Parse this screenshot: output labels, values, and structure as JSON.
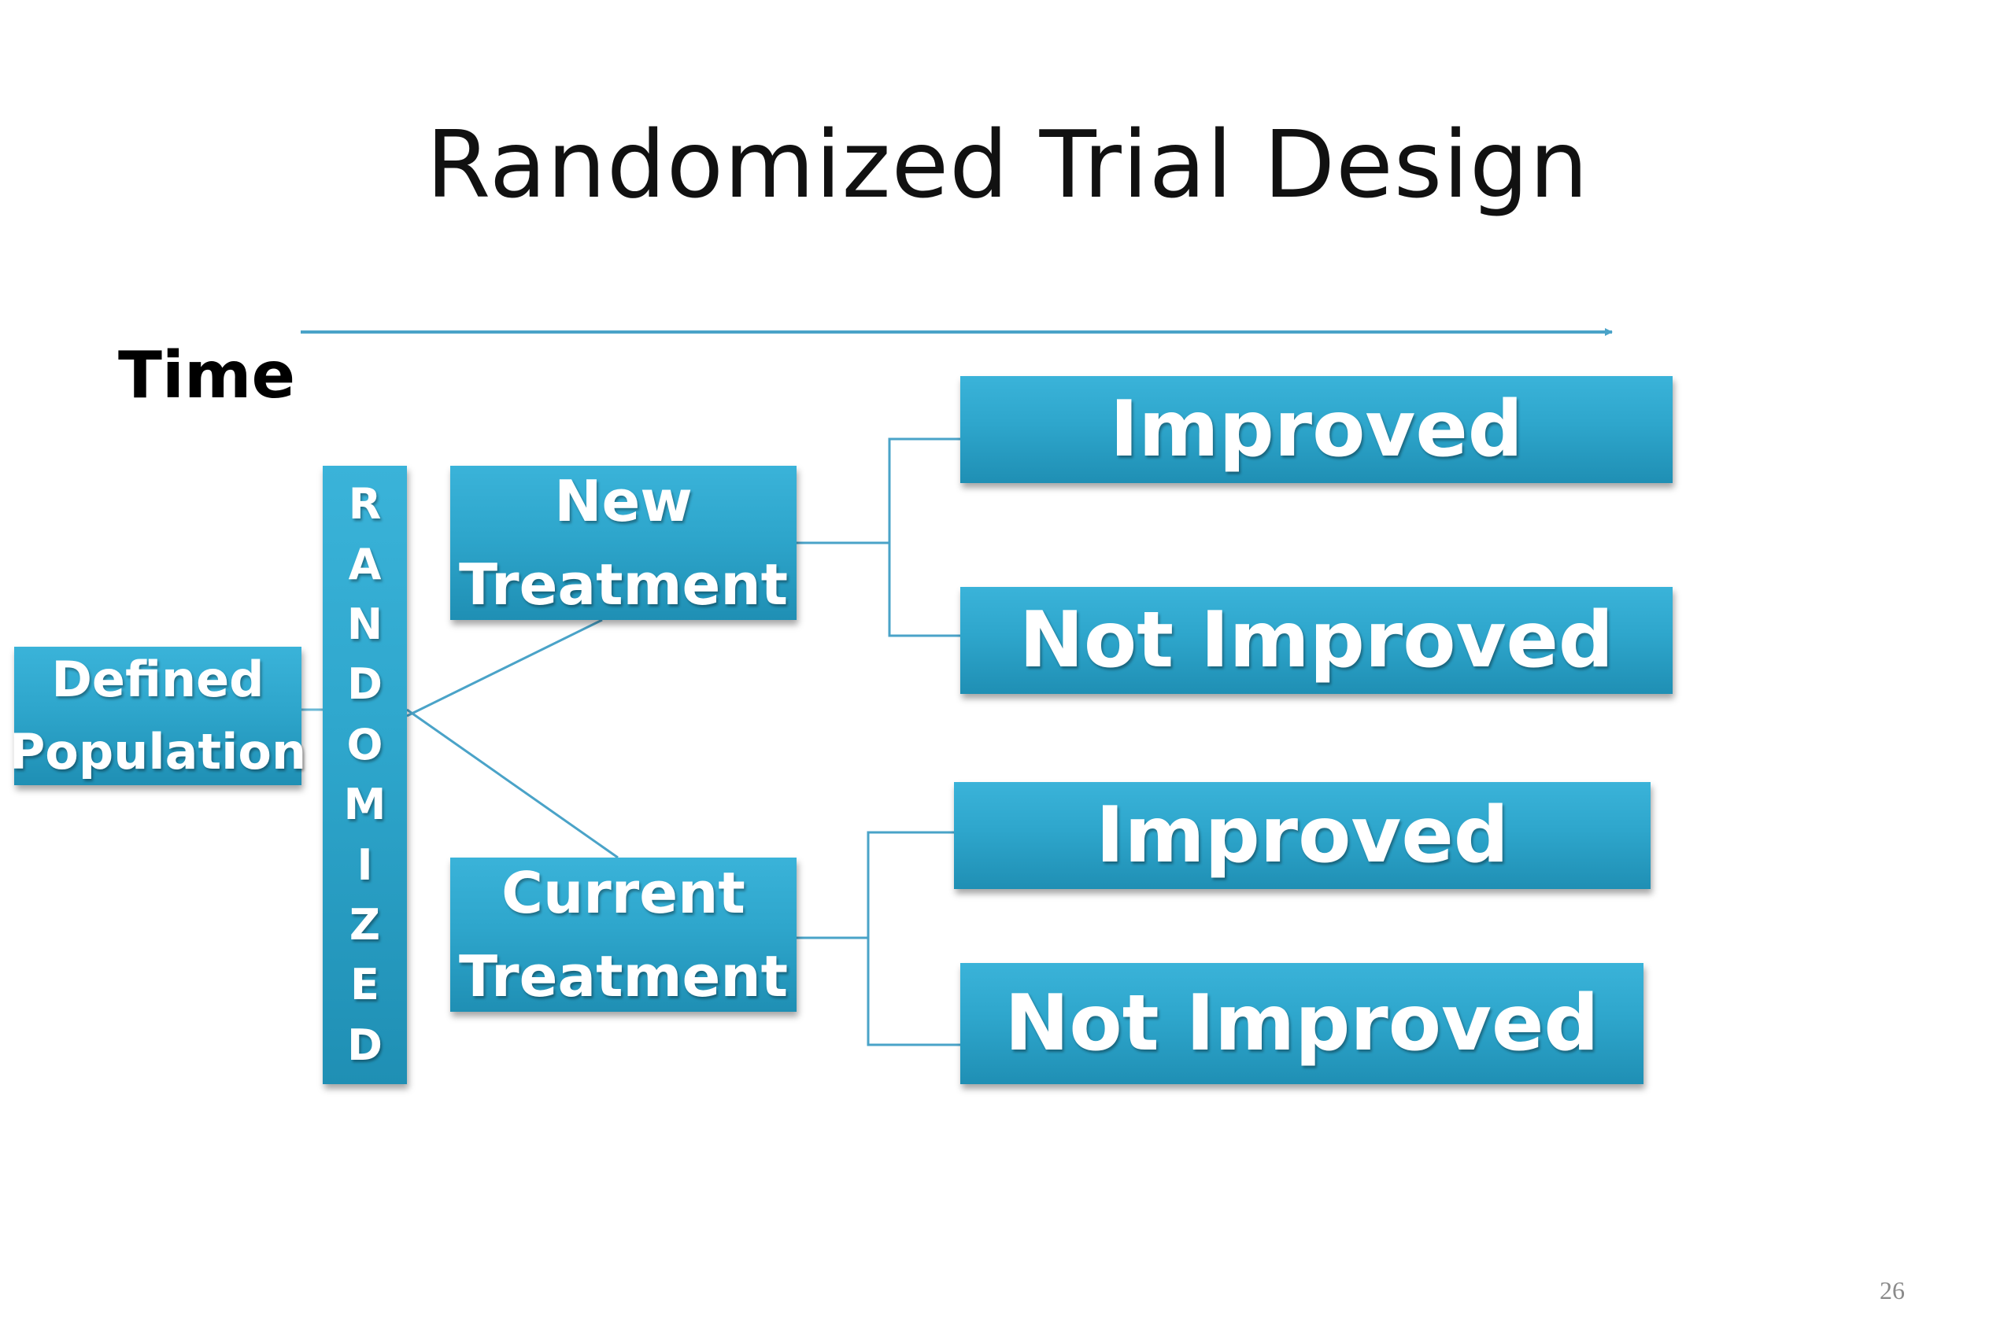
{
  "title": "Randomized Trial Design",
  "time_label": "Time",
  "nodes": {
    "population": [
      "Defined",
      "Population"
    ],
    "randomized": [
      "R",
      "A",
      "N",
      "D",
      "O",
      "M",
      "I",
      "Z",
      "E",
      "D"
    ],
    "new_treatment": [
      "New",
      "Treatment"
    ],
    "current_treatment": [
      "Current",
      "Treatment"
    ],
    "outcomes": [
      "Improved",
      "Not Improved",
      "Improved",
      "Not Improved"
    ]
  },
  "page_number": "26",
  "colors": {
    "box_top": "#3ab3d9",
    "box_bottom": "#1f8fb4",
    "connector": "#4aa3c8",
    "text": "#ffffff"
  }
}
